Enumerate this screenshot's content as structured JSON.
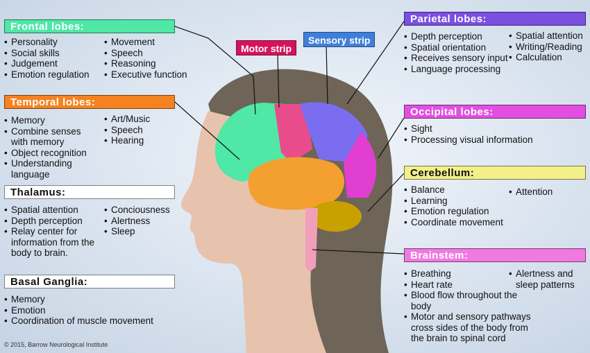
{
  "frontal": {
    "title": "Frontal lobes:",
    "col1": [
      "Personality",
      "Social skills",
      "Judgement",
      "Emotion regulation"
    ],
    "col2": [
      "Movement",
      "Speech",
      "Reasoning",
      "Executive function"
    ]
  },
  "temporal": {
    "title": "Temporal lobes:",
    "col1": [
      "Memory",
      "Combine senses with memory",
      "Object recognition",
      "Understanding language"
    ],
    "col2": [
      "Art/Music",
      "Speech",
      "Hearing"
    ]
  },
  "thalamus": {
    "title": "Thalamus:",
    "col1": [
      "Spatial attention",
      "Depth perception",
      "Relay center for information from the body to brain."
    ],
    "col2": [
      "Conciousness",
      "Alertness",
      "Sleep"
    ]
  },
  "basal": {
    "title": "Basal Ganglia:",
    "col1": [
      "Memory",
      "Emotion",
      "Coordination of muscle movement"
    ]
  },
  "parietal": {
    "title": "Parietal lobes:",
    "col1": [
      "Depth perception",
      "Spatial orientation",
      "Receives sensory input",
      "Language processing"
    ],
    "col2": [
      "Spatial attention",
      "Writing/Reading",
      "Calculation"
    ]
  },
  "occipital": {
    "title": "Occipital lobes:",
    "col1": [
      "Sight",
      "Processing visual information"
    ]
  },
  "cerebellum": {
    "title": "Cerebellum:",
    "col1": [
      "Balance",
      "Learning",
      "Emotion regulation",
      "Coordinate movement"
    ],
    "col2": [
      "Attention"
    ]
  },
  "brainstem": {
    "title": "Brainstem:",
    "col1": [
      "Breathing",
      "Heart rate",
      "Blood flow throughout the body",
      "Motor and sensory pathways cross sides of the body from the brain to spinal cord"
    ],
    "col2": [
      "Alertness and sleep patterns"
    ]
  },
  "tags": {
    "motor": "Motor strip",
    "sensory": "Sensory strip"
  },
  "copyright": "© 2015, Barrow Neurological Institute",
  "colors": {
    "frontal": "#4fe8a6",
    "temporal": "#f5821f",
    "parietal": "#7b4fe0",
    "occipital": "#e24fe0",
    "cerebellum": "#f3ef8a",
    "brainstem": "#f07ae0",
    "motor": "#d4145a",
    "sensory": "#3f7fd9"
  }
}
